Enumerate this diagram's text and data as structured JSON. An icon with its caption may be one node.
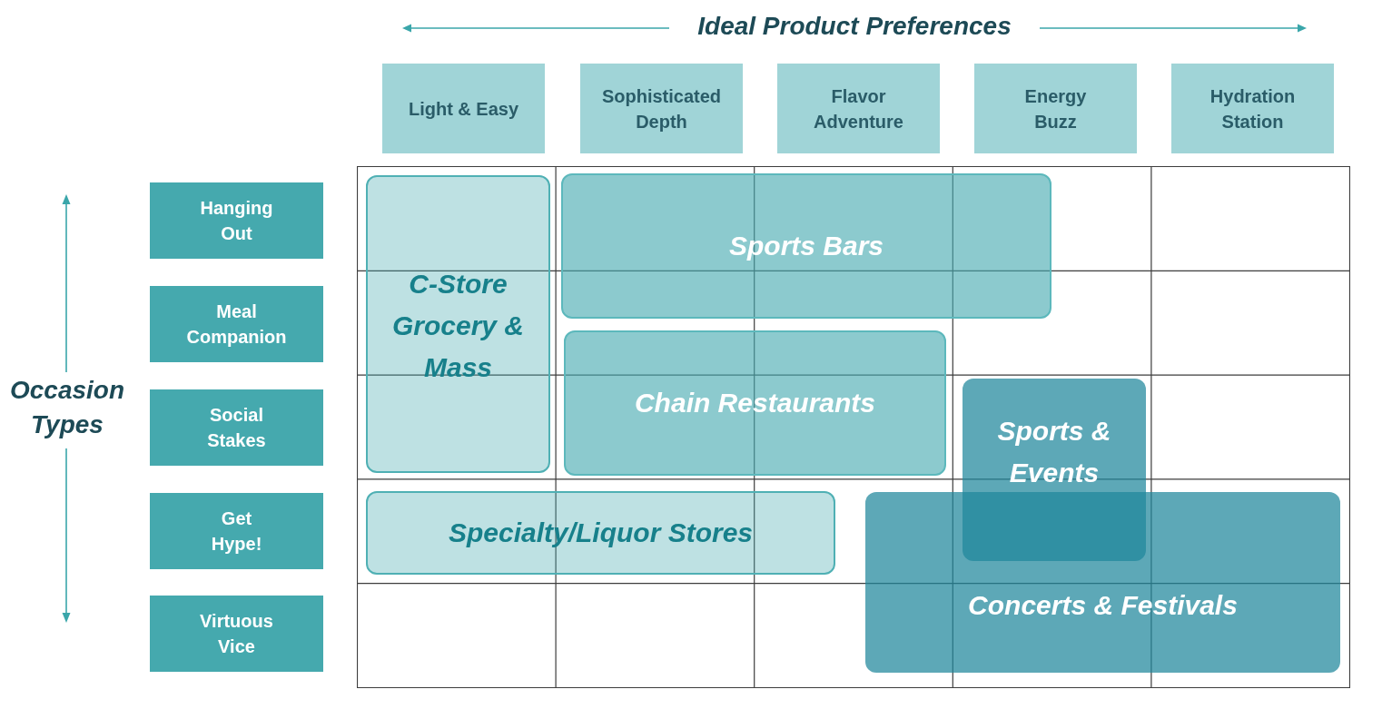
{
  "diagram": {
    "nodes": [
      {
        "text": [
          "Light & Easy"
        ]
      },
      {
        "text": [
          "Sophisticated Depth"
        ]
      },
      {
        "text": [
          "Flavor Adventure"
        ]
      },
      {
        "text": [
          "Energy Buzz"
        ]
      },
      {
        "text": [
          "Hydration Station"
        ]
      },
      {
        "text": [
          "Hanging Out"
        ]
      },
      {
        "text": [
          "Meal Companion"
        ]
      },
      {
        "text": [
          "Social Stakes"
        ]
      },
      {
        "text": [
          "Get Hype!"
        ]
      },
      {
        "text": [
          "Virtuous Vice"
        ]
      },
      {
        "text": [
          "C-Store Grocery & Mass"
        ]
      },
      {
        "text": [
          "Sports Bars"
        ]
      },
      {
        "text": [
          "Chain Restaurants"
        ]
      },
      {
        "text": [
          "Sports & Events"
        ]
      },
      {
        "text": [
          "Specialty/Liquor Stores"
        ]
      },
      {
        "text": [
          "Concerts & Festivals"
        ]
      }
    ],
    "labels": [
      "Ideal Product Preferences",
      "Occasion Types"
    ]
  }
}
